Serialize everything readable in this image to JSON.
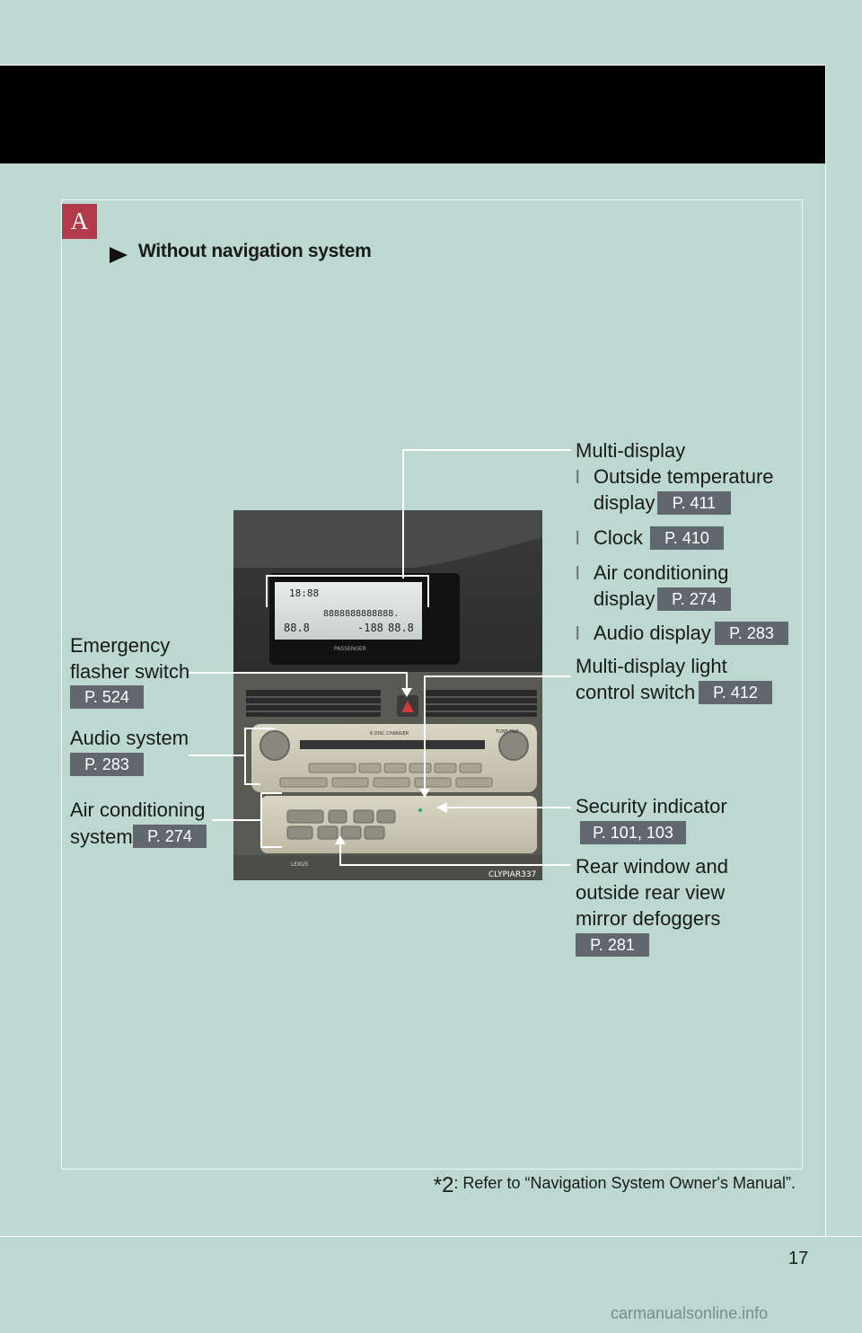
{
  "section": {
    "letter": "A",
    "title": "Without navigation system"
  },
  "labels": {
    "multi_display": "Multi-display",
    "outside_temp_1": "Outside temperature",
    "outside_temp_2": "display",
    "outside_temp_page": "P. 411",
    "clock": "Clock",
    "clock_page": "P. 410",
    "ac_display_1": "Air conditioning",
    "ac_display_2": "display",
    "ac_display_page": "P. 274",
    "audio_display": "Audio display",
    "audio_display_page": "P. 283",
    "md_light_1": "Multi-display light",
    "md_light_2": "control switch",
    "md_light_page": "P. 412",
    "emergency_1": "Emergency",
    "emergency_2": "flasher switch",
    "emergency_page": "P. 524",
    "audio_system": "Audio system",
    "audio_system_page": "P. 283",
    "ac_system_1": "Air conditioning",
    "ac_system_2": "system",
    "ac_system_page": "P. 274",
    "security": "Security indicator",
    "security_page": "P. 101, 103",
    "defog_1": "Rear window and",
    "defog_2": "outside rear view",
    "defog_3": "mirror defoggers",
    "defog_page": "P. 281",
    "bullet": "l"
  },
  "photo": {
    "clock_readout": "18:88",
    "display_digits": "88.8",
    "outside_digits": "-188",
    "temp_digits": "88.8",
    "display_text": "8888888888888.",
    "passenger_label": "PASSENGER",
    "changer_label": "6 DISC CHANGER",
    "tune_label": "TUNE·FILE",
    "brand": "LEXUS",
    "image_code": "CLYPIAR337"
  },
  "footnote": {
    "mark": "*2",
    "text": ": Refer to “Navigation System Owner's Manual”."
  },
  "page_number": "17",
  "watermark": "carmanualsonline.info"
}
